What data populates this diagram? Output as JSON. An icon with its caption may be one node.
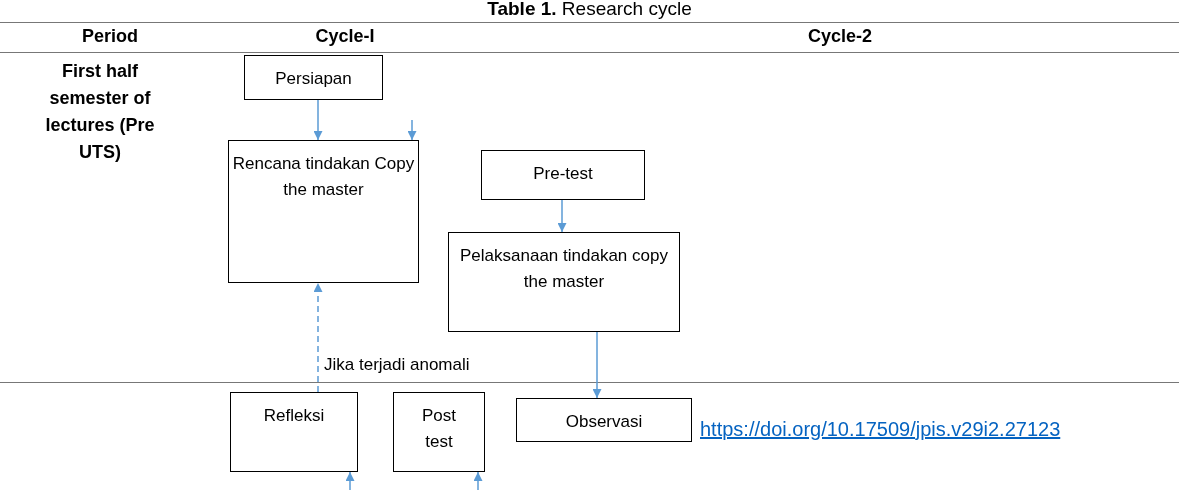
{
  "diagram": {
    "title": "**Table 1.** Research cycle",
    "nodes": [
      {
        "text": [
          "Persiapan"
        ]
      },
      {
        "text": [
          "Rencana tindakan Copy the master"
        ]
      },
      {
        "text": [
          "Pre-test"
        ]
      },
      {
        "text": [
          "Pelaksanaan tindakan copy the master"
        ]
      },
      {
        "text": [
          "Refleksi"
        ]
      },
      {
        "text": [
          "Post test"
        ]
      },
      {
        "text": [
          "Observasi"
        ]
      }
    ],
    "edges": [
      {
        "from": 0,
        "to": 1,
        "arrow": "to"
      },
      {
        "from": 2,
        "to": 3,
        "arrow": "to"
      },
      {
        "from": 4,
        "to": 1,
        "arrow": "to",
        "style": "dashed",
        "label": "Jika terjadi anomali"
      },
      {
        "from": 3,
        "to": 6,
        "arrow": "to"
      },
      {
        "from": null,
        "to": 1,
        "arrow": "to"
      },
      {
        "from": null,
        "to": 4,
        "arrow": "to"
      },
      {
        "from": null,
        "to": 5,
        "arrow": "to"
      }
    ],
    "labels": [
      "Period",
      "Cycle-I",
      "Cycle-2",
      "First half semester of lectures (Pre UTS)",
      "https://doi.org/10.17509/jpis.v29i2.27123"
    ]
  }
}
